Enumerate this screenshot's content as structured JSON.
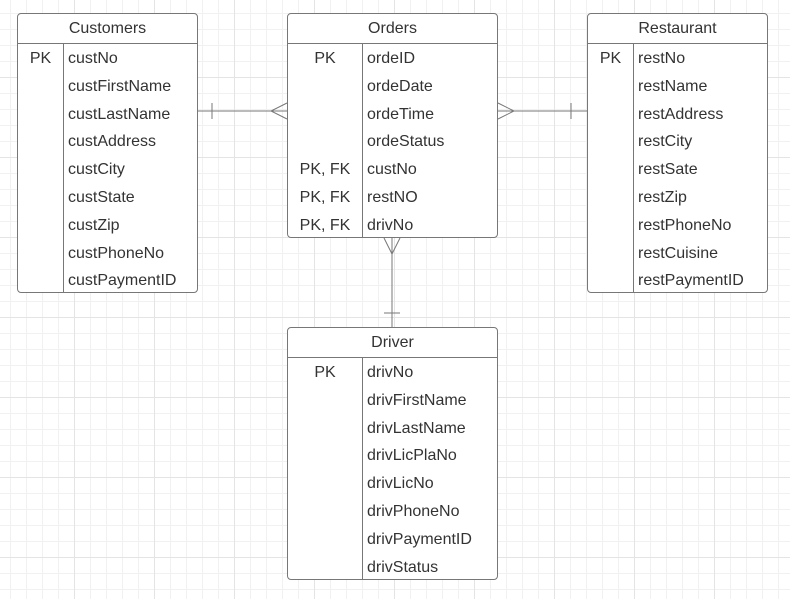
{
  "entities": {
    "customers": {
      "title": "Customers",
      "rows": [
        {
          "key": "PK",
          "field": "custNo"
        },
        {
          "key": "",
          "field": "custFirstName"
        },
        {
          "key": "",
          "field": "custLastName"
        },
        {
          "key": "",
          "field": "custAddress"
        },
        {
          "key": "",
          "field": "custCity"
        },
        {
          "key": "",
          "field": "custState"
        },
        {
          "key": "",
          "field": "custZip"
        },
        {
          "key": "",
          "field": "custPhoneNo"
        },
        {
          "key": "",
          "field": "custPaymentID"
        }
      ]
    },
    "orders": {
      "title": "Orders",
      "rows": [
        {
          "key": "PK",
          "field": "ordeID"
        },
        {
          "key": "",
          "field": "ordeDate"
        },
        {
          "key": "",
          "field": "ordeTime"
        },
        {
          "key": "",
          "field": "ordeStatus"
        },
        {
          "key": "PK, FK",
          "field": "custNo"
        },
        {
          "key": "PK, FK",
          "field": "restNO"
        },
        {
          "key": "PK, FK",
          "field": "drivNo"
        }
      ]
    },
    "restaurant": {
      "title": "Restaurant",
      "rows": [
        {
          "key": "PK",
          "field": "restNo"
        },
        {
          "key": "",
          "field": "restName"
        },
        {
          "key": "",
          "field": "restAddress"
        },
        {
          "key": "",
          "field": "restCity"
        },
        {
          "key": "",
          "field": "restSate"
        },
        {
          "key": "",
          "field": "restZip"
        },
        {
          "key": "",
          "field": "restPhoneNo"
        },
        {
          "key": "",
          "field": "restCuisine"
        },
        {
          "key": "",
          "field": "restPaymentID"
        }
      ]
    },
    "driver": {
      "title": "Driver",
      "rows": [
        {
          "key": "PK",
          "field": "drivNo"
        },
        {
          "key": "",
          "field": "drivFirstName"
        },
        {
          "key": "",
          "field": "drivLastName"
        },
        {
          "key": "",
          "field": "drivLicPlaNo"
        },
        {
          "key": "",
          "field": "drivLicNo"
        },
        {
          "key": "",
          "field": "drivPhoneNo"
        },
        {
          "key": "",
          "field": "drivPaymentID"
        },
        {
          "key": "",
          "field": "drivStatus"
        }
      ]
    }
  },
  "relationships": [
    {
      "from": "customers",
      "from_cardinality": "one",
      "to": "orders",
      "to_cardinality": "many"
    },
    {
      "from": "restaurant",
      "from_cardinality": "one",
      "to": "orders",
      "to_cardinality": "many"
    },
    {
      "from": "driver",
      "from_cardinality": "one",
      "to": "orders",
      "to_cardinality": "many"
    }
  ],
  "colors": {
    "border": "#777777",
    "text": "#333333",
    "grid": "#e4e4e4"
  }
}
